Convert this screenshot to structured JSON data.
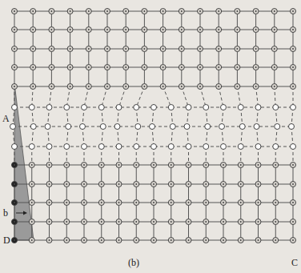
{
  "diagram": {
    "labels": [
      "A",
      "b",
      "D",
      "C",
      "(b)"
    ]
  }
}
